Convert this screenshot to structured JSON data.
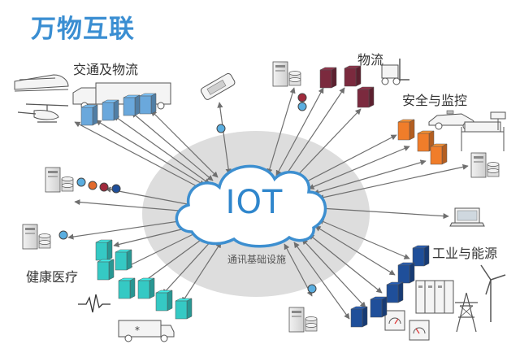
{
  "title": "万物互联",
  "center": {
    "label": "IOT",
    "sublabel": "通讯基础设施"
  },
  "categories": {
    "transport": "交通及物流",
    "logistics": "物流",
    "security": "安全与监控",
    "industry": "工业与能源",
    "health": "健康医疗"
  },
  "colors": {
    "title": "#3a8ed2",
    "cloud_border": "#3d8fd0",
    "ellipse": "#dcdcdc",
    "transport_boxes": "#6aa8dc",
    "logistics_boxes": "#7b2a3e",
    "security_boxes": "#f07d2a",
    "industry_boxes": "#1f4f9a",
    "health_boxes": "#35c9c4",
    "arrows": "#6f6f6f"
  },
  "icons": [
    "train-icon",
    "truck-icon",
    "helicopter-icon",
    "handheld-device-icon",
    "server-icon",
    "forklift-icon",
    "police-car-icon",
    "traffic-sign-icon",
    "laptop-icon",
    "wind-turbine-icon",
    "power-tower-icon",
    "control-cabinet-icon",
    "gauge-icon",
    "heartbeat-icon",
    "ambulance-icon",
    "database-icon"
  ]
}
